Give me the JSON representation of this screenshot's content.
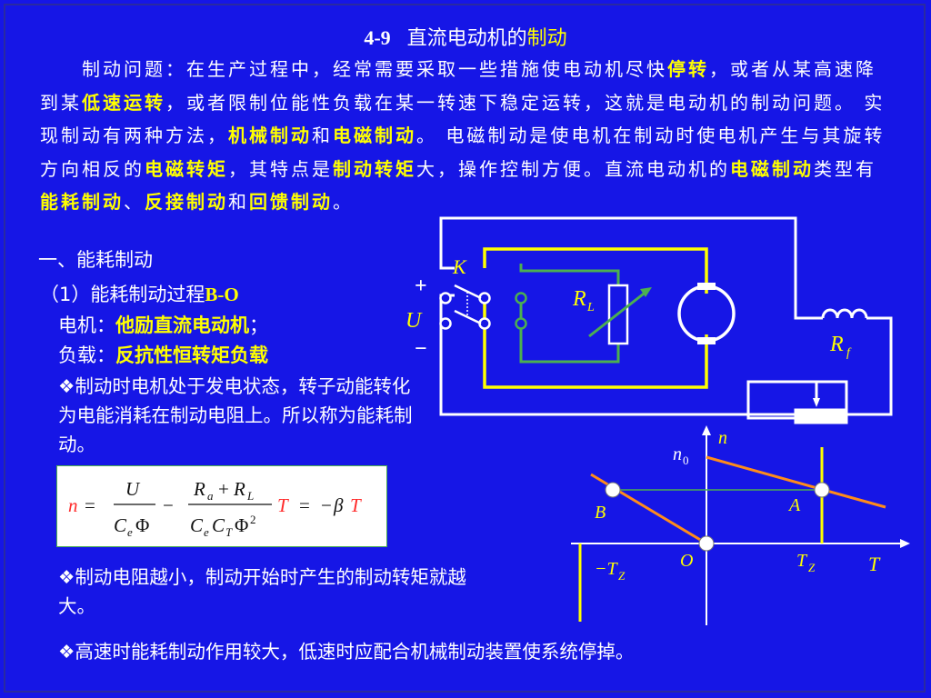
{
  "title": {
    "number": "4-9",
    "text": "直流电动机的",
    "highlight": "制动"
  },
  "intro": [
    {
      "t": "制动问题：在生产过程中，经常需要采取一些措施使电动机尽快",
      "h": false
    },
    {
      "t": "停转",
      "h": true
    },
    {
      "t": "，或者从某高速降到某",
      "h": false
    },
    {
      "t": "低速运转",
      "h": true
    },
    {
      "t": "，或者限制位能性负载在某一转速下稳定运转，这就是电动机的制动问题。 实现制动有两种方法，",
      "h": false
    },
    {
      "t": "机械制动",
      "h": true
    },
    {
      "t": "和",
      "h": false
    },
    {
      "t": "电磁制动",
      "h": true
    },
    {
      "t": "。 电磁制动是使电机在制动时使电机产生与其旋转方向相反的",
      "h": false
    },
    {
      "t": "电磁转矩",
      "h": true
    },
    {
      "t": "，其特点是",
      "h": false
    },
    {
      "t": "制动转矩",
      "h": true
    },
    {
      "t": "大，操作控制方便。直流电动机的",
      "h": false
    },
    {
      "t": "电磁制动",
      "h": true
    },
    {
      "t": "类型有",
      "h": false
    },
    {
      "t": "能耗制动",
      "h": true
    },
    {
      "t": "、",
      "h": false
    },
    {
      "t": "反接制动",
      "h": true
    },
    {
      "t": "和",
      "h": false
    },
    {
      "t": "回馈制动",
      "h": true
    },
    {
      "t": "。",
      "h": false
    }
  ],
  "section": {
    "heading": "一、能耗制动",
    "process_label": "（1）能耗制动过程",
    "process_code": "B-O",
    "motor_label": "电机：",
    "motor_value": "他励直流电动机",
    "motor_suffix": "；",
    "load_label": "负载：",
    "load_value": "反抗性恒转矩负载",
    "bullet1": "❖制动时电机处于发电状态，转子动能转化为电能消耗在制动电阻上。所以称为能耗制动。",
    "bullet2": "❖制动电阻越小，制动开始时产生的制动转矩就越大。",
    "bullet3": "❖高速时能耗制动作用较大，低速时应配合机械制动装置使系统停掉。"
  },
  "formula": {
    "n": "n",
    "eq": "=",
    "U": "U",
    "Ce": "C",
    "e": "e",
    "Phi": "Φ",
    "Ra": "R",
    "a": "a",
    "plus": "+",
    "RL": "R",
    "L": "L",
    "CT": "C",
    "T_sub": "T",
    "sq": "2",
    "T": "T",
    "beta": "β",
    "minus": "−"
  },
  "circuit": {
    "K": "K",
    "plus": "+",
    "U": "U",
    "minus": "−",
    "RL": "R",
    "RL_sub": "L",
    "Rf": "R",
    "Rf_sub": "f"
  },
  "graph": {
    "n": "n",
    "n0": "n",
    "n0_sub": "0",
    "T": "T",
    "O": "O",
    "A": "A",
    "B": "B",
    "TZ": "T",
    "TZ_sub": "Z",
    "negTZ": "−T",
    "negTZ_sub": "Z"
  },
  "colors": {
    "background": "#1616e6",
    "highlight": "#ffff00",
    "wire_yellow": "#ffff00",
    "wire_green": "#4caf50",
    "curve": "#ff8c1a",
    "text": "#ffffff"
  }
}
